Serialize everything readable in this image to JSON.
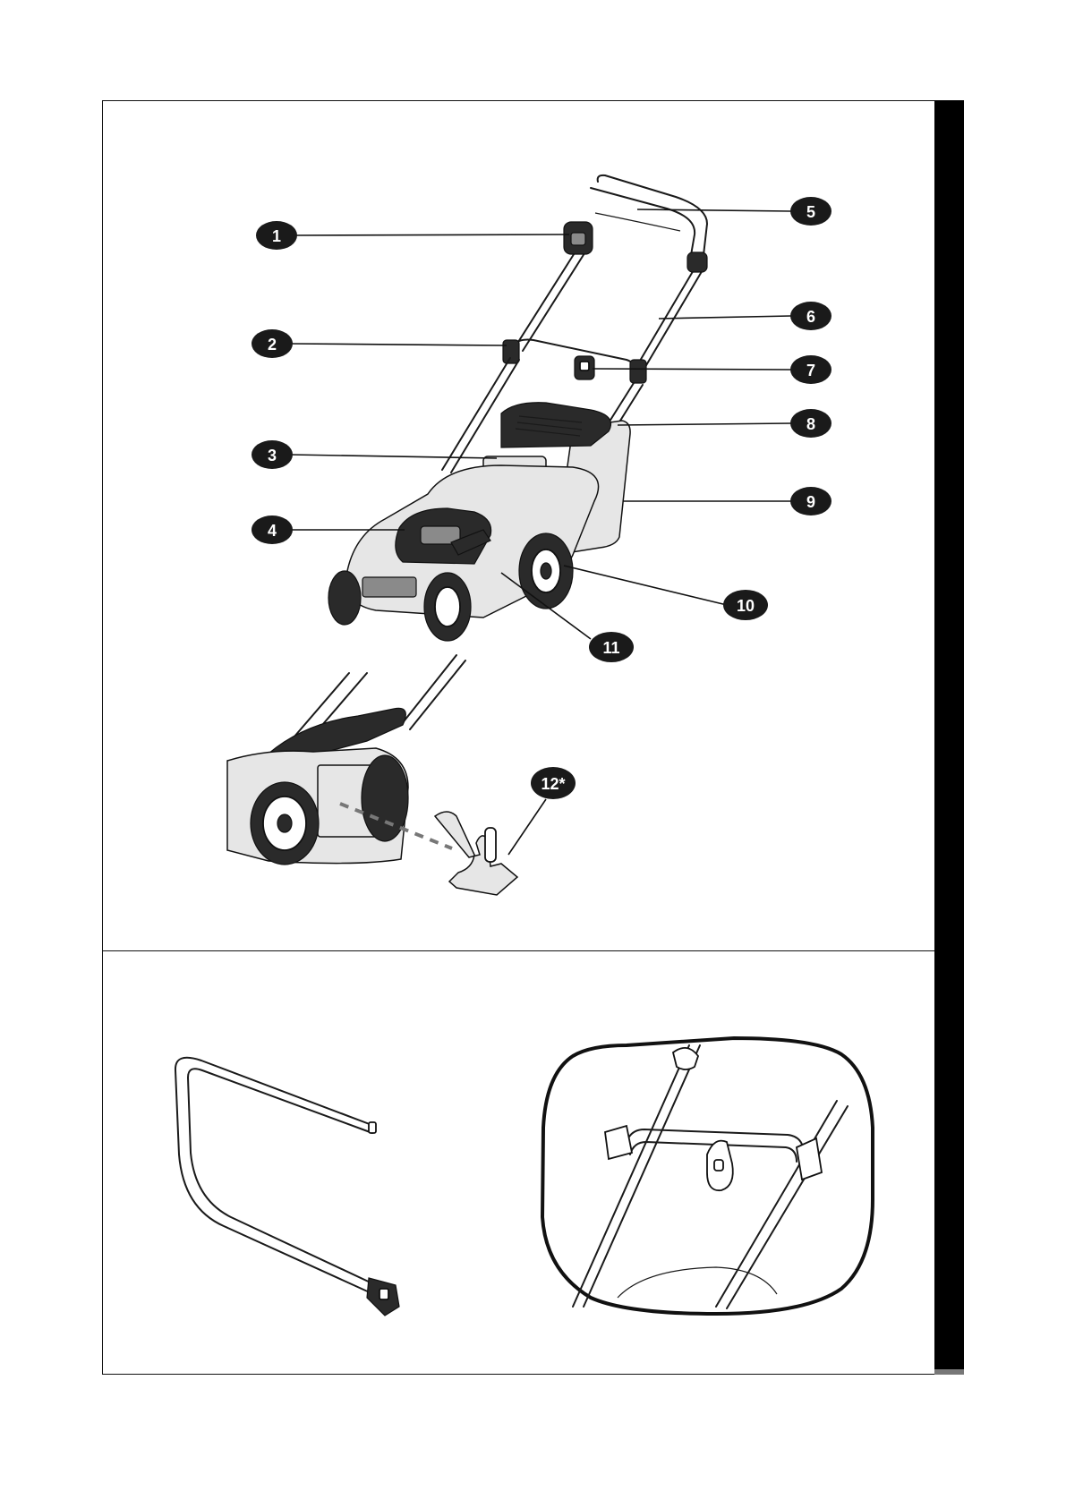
{
  "callouts": [
    {
      "id": "c1",
      "label": "1"
    },
    {
      "id": "c2",
      "label": "2"
    },
    {
      "id": "c3",
      "label": "3"
    },
    {
      "id": "c4",
      "label": "4"
    },
    {
      "id": "c5",
      "label": "5"
    },
    {
      "id": "c6",
      "label": "6"
    },
    {
      "id": "c7",
      "label": "7"
    },
    {
      "id": "c8",
      "label": "8"
    },
    {
      "id": "c9",
      "label": "9"
    },
    {
      "id": "c10",
      "label": "10"
    },
    {
      "id": "c11",
      "label": "11"
    },
    {
      "id": "c12",
      "label": "12*"
    }
  ],
  "colors": {
    "callout_fill": "#1a1a1a",
    "side_tab": "#000000",
    "line": "#111111"
  },
  "figures": {
    "main": "lawn-mower-overview",
    "detail": "rear-flap-mulching-plug",
    "lower_left": "lower-handle-bar",
    "lower_right": "handle-clip-detail"
  }
}
